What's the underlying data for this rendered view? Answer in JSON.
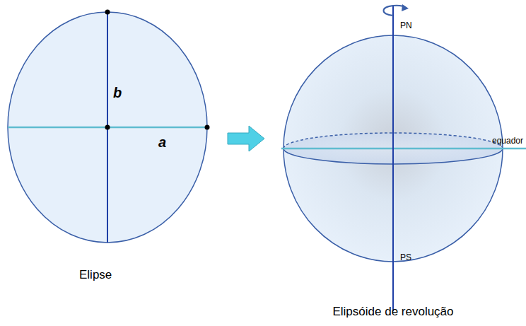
{
  "diagram": {
    "labels": [
      "b",
      "a",
      "Elipse",
      "PN",
      "equador",
      "PS",
      "Elipsóide de revolução"
    ]
  }
}
